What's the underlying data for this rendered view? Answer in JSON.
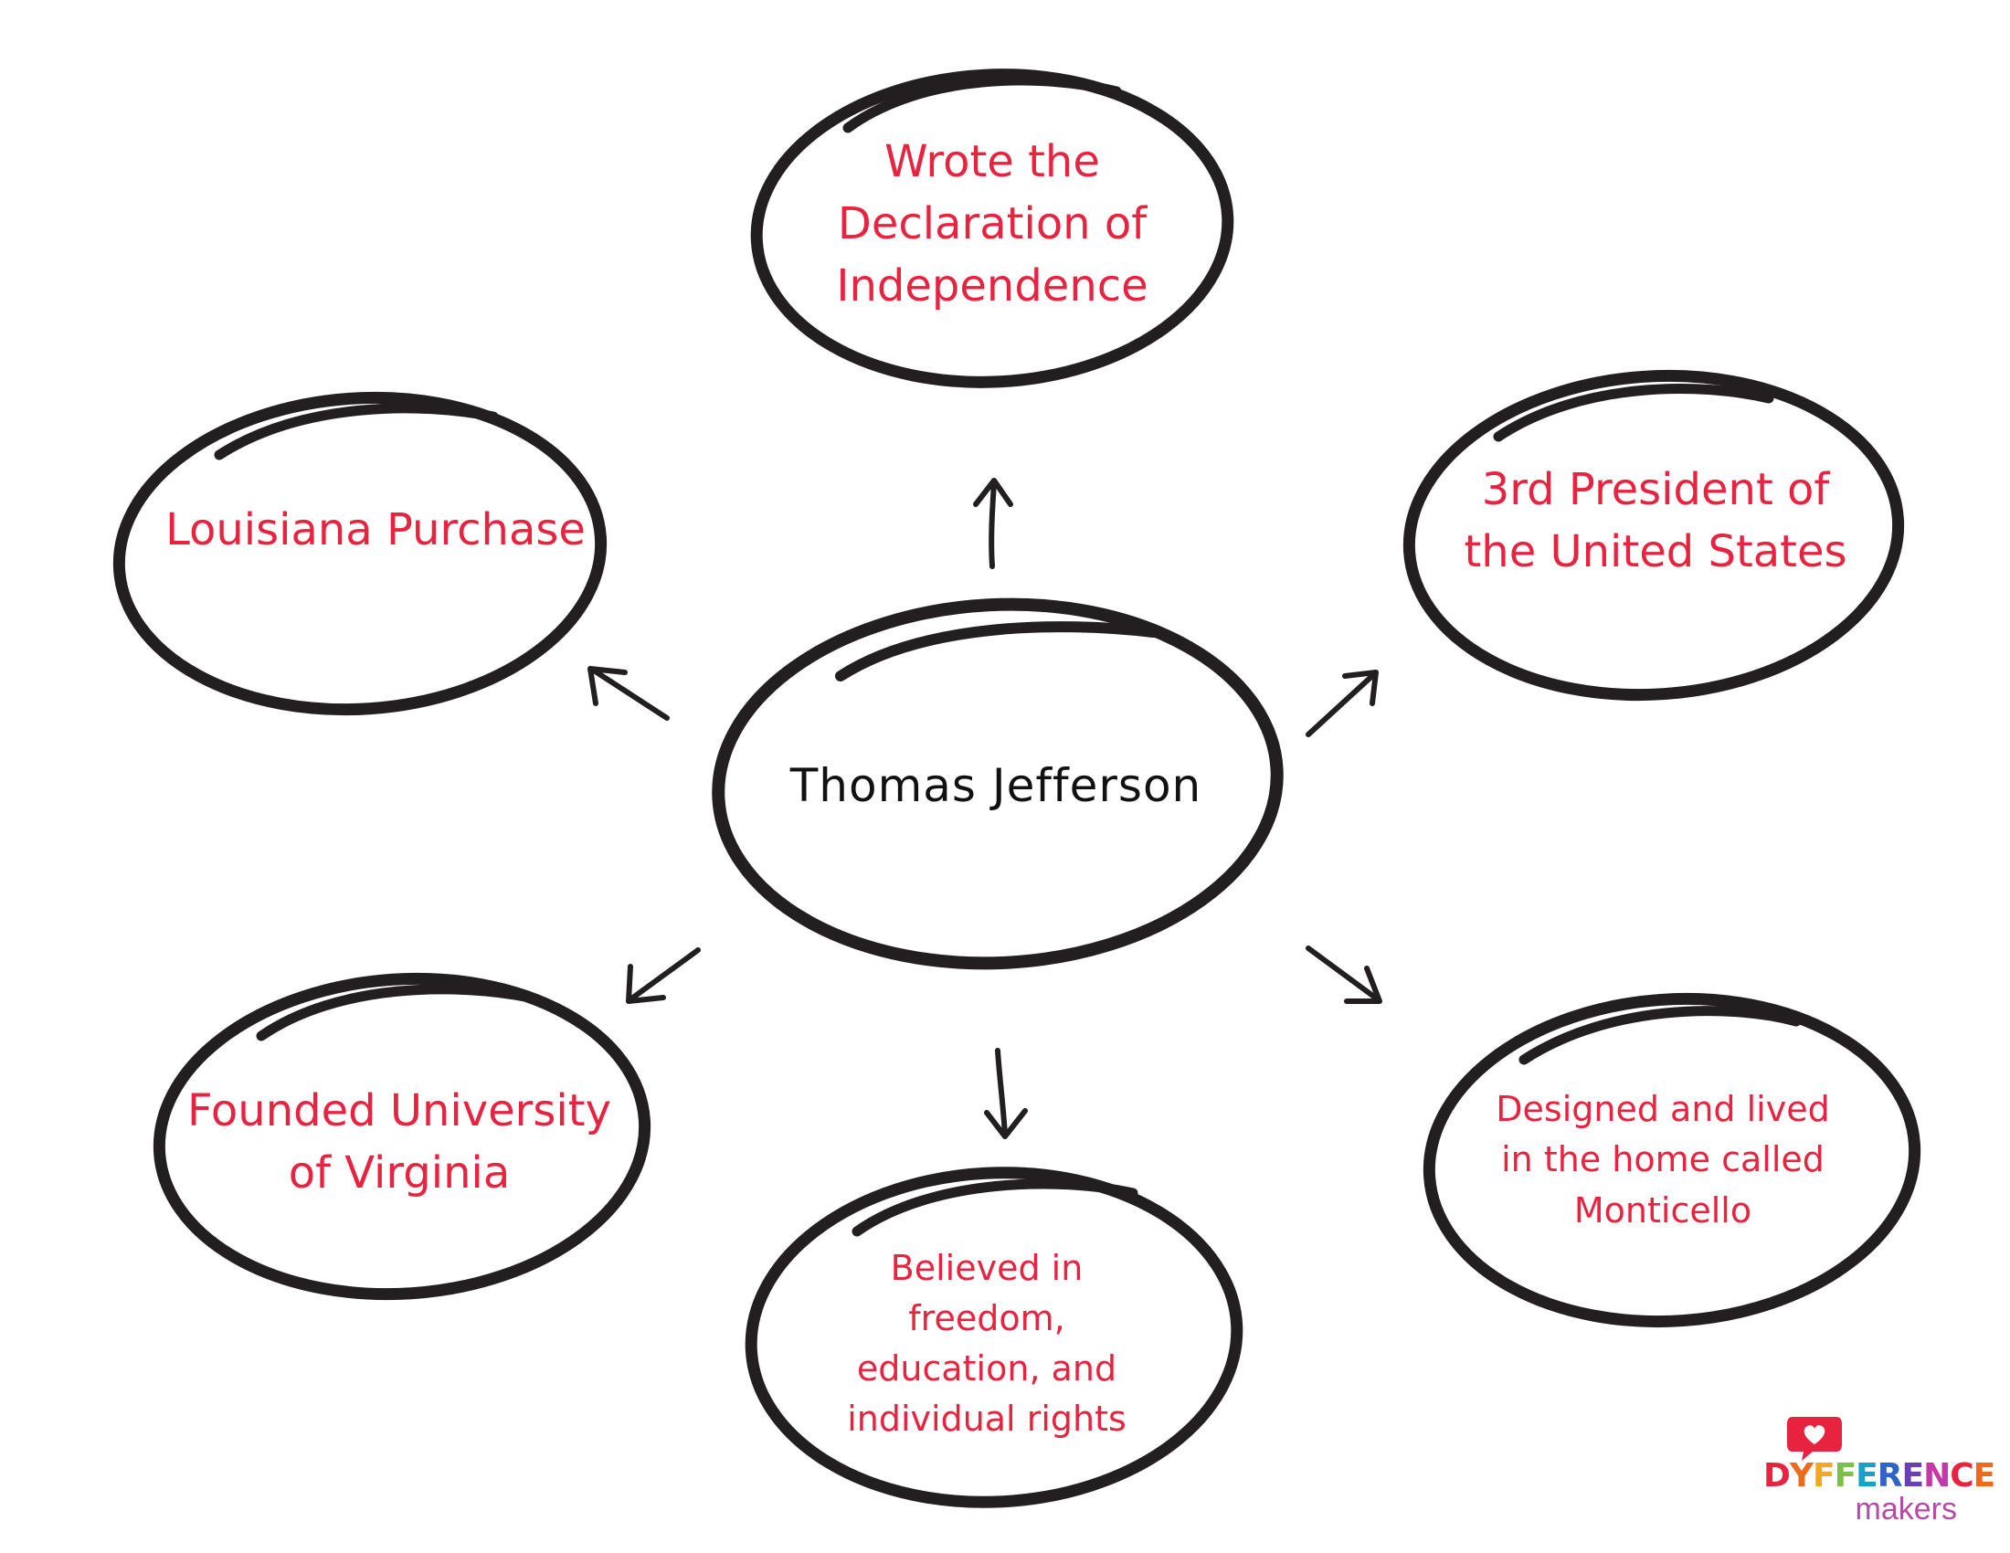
{
  "diagram": {
    "center": {
      "label": "Thomas Jefferson"
    },
    "facts": [
      {
        "id": "declaration",
        "label": "Wrote the\nDeclaration of\nIndependence"
      },
      {
        "id": "louisiana",
        "label": "Louisiana Purchase"
      },
      {
        "id": "president",
        "label": "3rd President of\nthe United States"
      },
      {
        "id": "university",
        "label": "Founded University\nof Virginia"
      },
      {
        "id": "beliefs",
        "label": "Believed in\nfreedom,\neducation, and\nindividual rights"
      },
      {
        "id": "monticello",
        "label": "Designed and lived\nin the home called\nMonticello"
      }
    ]
  },
  "colors": {
    "outline": "#231f20",
    "fact_text": "#e8233f",
    "center_text": "#111111"
  },
  "logo": {
    "brand": "DYFFERENCE",
    "sub": "makers",
    "letter_colors": [
      "#e8233f",
      "#f06a1d",
      "#f5a623",
      "#7cc242",
      "#18a0c9",
      "#2f63c5",
      "#6a3fb5",
      "#c23aa8",
      "#e8233f",
      "#f06a1d"
    ]
  }
}
